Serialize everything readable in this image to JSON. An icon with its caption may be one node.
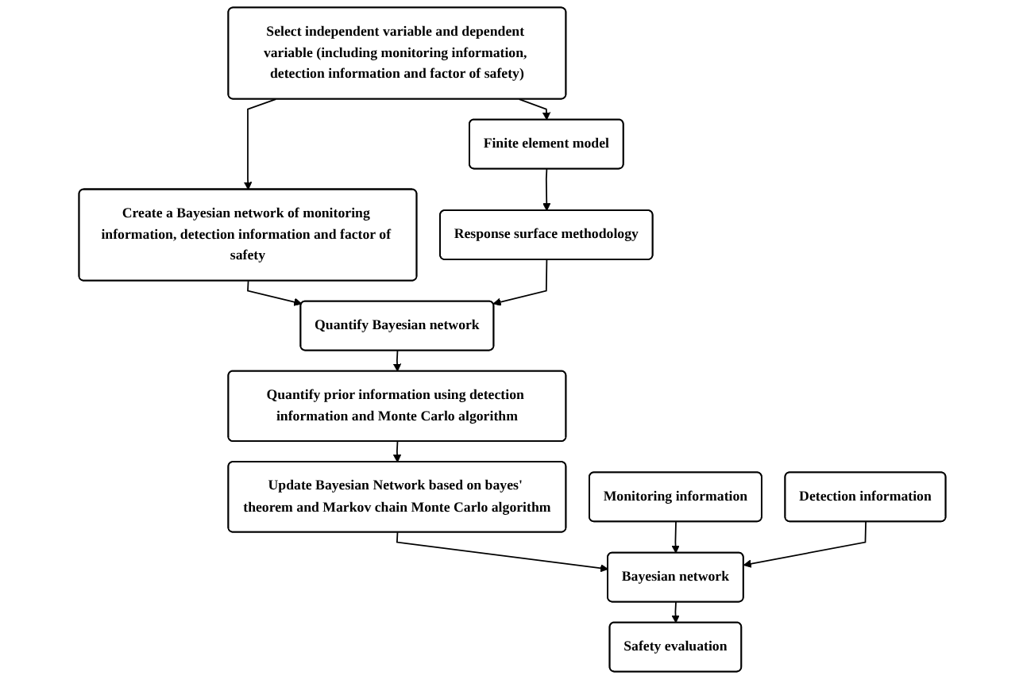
{
  "diagram": {
    "nodes": [
      {
        "text": [
          "Finite element model"
        ]
      },
      {
        "text": [
          "Select independent variable and dependent variable (including monitoring information, detection information and factor of safety)"
        ]
      },
      {
        "text": [
          "Response surface methodology"
        ]
      },
      {
        "text": [
          "Create a Bayesian network of monitoring information, detection information and factor of safety"
        ]
      },
      {
        "text": [
          "Quantify Bayesian network"
        ]
      },
      {
        "text": [
          "Quantify prior information using detection information and Monte Carlo algorithm"
        ]
      },
      {
        "text": [
          "Monitoring information"
        ]
      },
      {
        "text": [
          "Update Bayesian Network based on bayes' theorem and Markov chain Monte Carlo algorithm"
        ]
      },
      {
        "text": [
          "Bayesian network"
        ]
      },
      {
        "text": [
          "Detection information"
        ]
      },
      {
        "text": [
          "Safety evaluation"
        ]
      }
    ],
    "edges": [
      {
        "from": 1,
        "to": 0,
        "arrow": "to"
      },
      {
        "from": 0,
        "to": 2,
        "arrow": "to"
      },
      {
        "from": 1,
        "to": 3,
        "arrow": "to"
      },
      {
        "from": 3,
        "to": 4,
        "arrow": "to"
      },
      {
        "from": 2,
        "to": 4,
        "arrow": "to"
      },
      {
        "from": 4,
        "to": 5,
        "arrow": "to"
      },
      {
        "from": 5,
        "to": 7,
        "arrow": "to"
      },
      {
        "from": 7,
        "to": 8,
        "arrow": "to"
      },
      {
        "from": 6,
        "to": 8,
        "arrow": "to"
      },
      {
        "from": 9,
        "to": 8,
        "arrow": "to"
      },
      {
        "from": 8,
        "to": 10,
        "arrow": "to"
      }
    ]
  }
}
